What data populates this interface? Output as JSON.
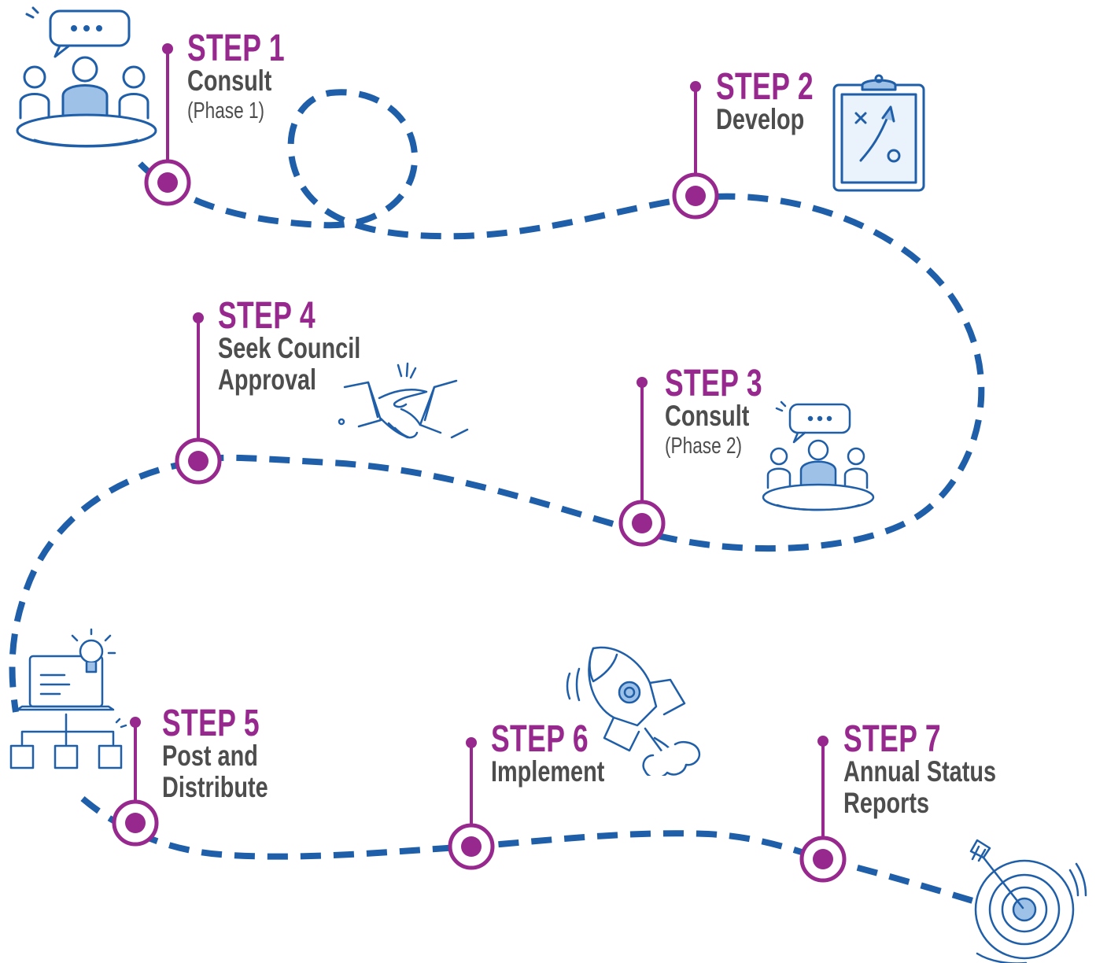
{
  "colors": {
    "accent": "#97288e",
    "path": "#1f5ea8",
    "text": "#4d4d4d",
    "icon_fill": "#9ec1e7",
    "icon_stroke": "#1f5ea8"
  },
  "steps": [
    {
      "label": "STEP 1",
      "name": "Consult",
      "note": "(Phase 1)",
      "icon": "meeting-icon"
    },
    {
      "label": "STEP 2",
      "name": "Develop",
      "note": "",
      "icon": "strategy-clipboard-icon"
    },
    {
      "label": "STEP 3",
      "name": "Consult",
      "note": "(Phase 2)",
      "icon": "meeting-icon"
    },
    {
      "label": "STEP 4",
      "name": "Seek Council\nApproval",
      "note": "",
      "icon": "handshake-icon"
    },
    {
      "label": "STEP 5",
      "name": "Post and\nDistribute",
      "note": "",
      "icon": "laptop-network-icon"
    },
    {
      "label": "STEP 6",
      "name": "Implement",
      "note": "",
      "icon": "rocket-icon"
    },
    {
      "label": "STEP 7",
      "name": "Annual Status\nReports",
      "note": "",
      "icon": "target-icon"
    }
  ]
}
